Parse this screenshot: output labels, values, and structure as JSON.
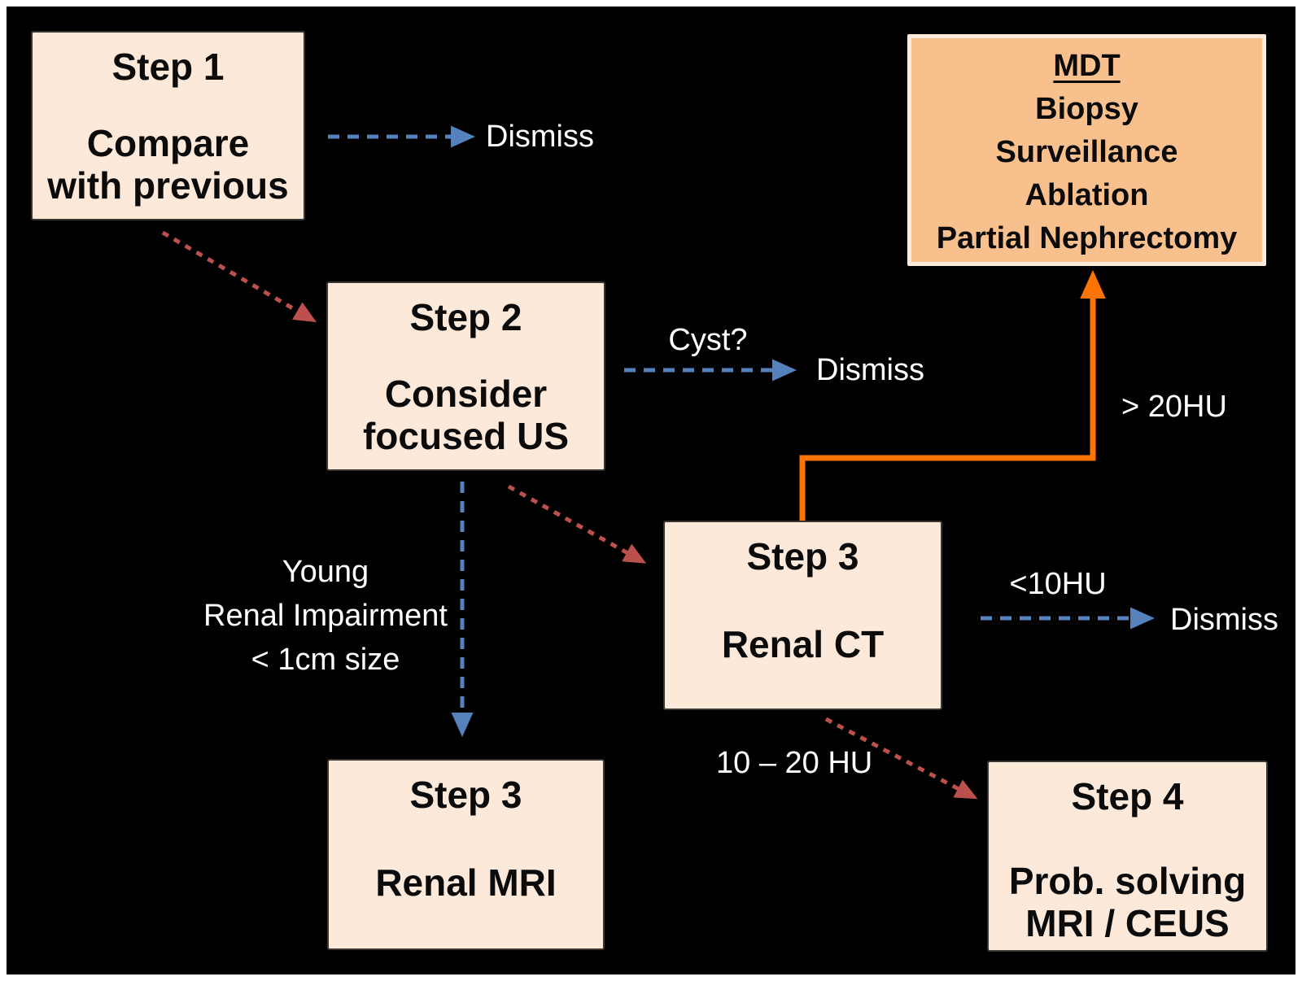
{
  "flowchart": {
    "nodes": {
      "step1": {
        "title": "Step 1",
        "body": "Compare with previous"
      },
      "step2": {
        "title": "Step 2",
        "body": "Consider focused US"
      },
      "step3_ct": {
        "title": "Step 3",
        "body": "Renal CT"
      },
      "step3_mri": {
        "title": "Step 3",
        "body": "Renal MRI"
      },
      "step4": {
        "title": "Step 4",
        "body_line1": "Prob. solving",
        "body_line2": "MRI / CEUS"
      },
      "mdt": {
        "title": "MDT",
        "items": [
          "Biopsy",
          "Surveillance",
          "Ablation",
          "Partial Nephrectomy"
        ]
      }
    },
    "labels": {
      "dismiss1": "Dismiss",
      "cyst": "Cyst?",
      "dismiss2": "Dismiss",
      "gt20hu": "> 20HU",
      "lt10hu": "<10HU",
      "dismiss3": "Dismiss",
      "young_line1": "Young",
      "young_line2": "Renal Impairment",
      "young_line3": "< 1cm size",
      "hu_10_20": "10 – 20 HU"
    },
    "colors": {
      "background": "#000000",
      "frame": "#FFFFFF",
      "node_fill": "#FCE9DA",
      "node_border": "#3A362F",
      "mdt_fill": "#F8C08D",
      "mdt_border": "#FDEBDB",
      "text_dark": "#0B0B0B",
      "text_light": "#FFFFFF",
      "arrow_blue": "#5581BD",
      "arrow_red": "#BC504D",
      "arrow_orange": "#FF7300"
    }
  }
}
